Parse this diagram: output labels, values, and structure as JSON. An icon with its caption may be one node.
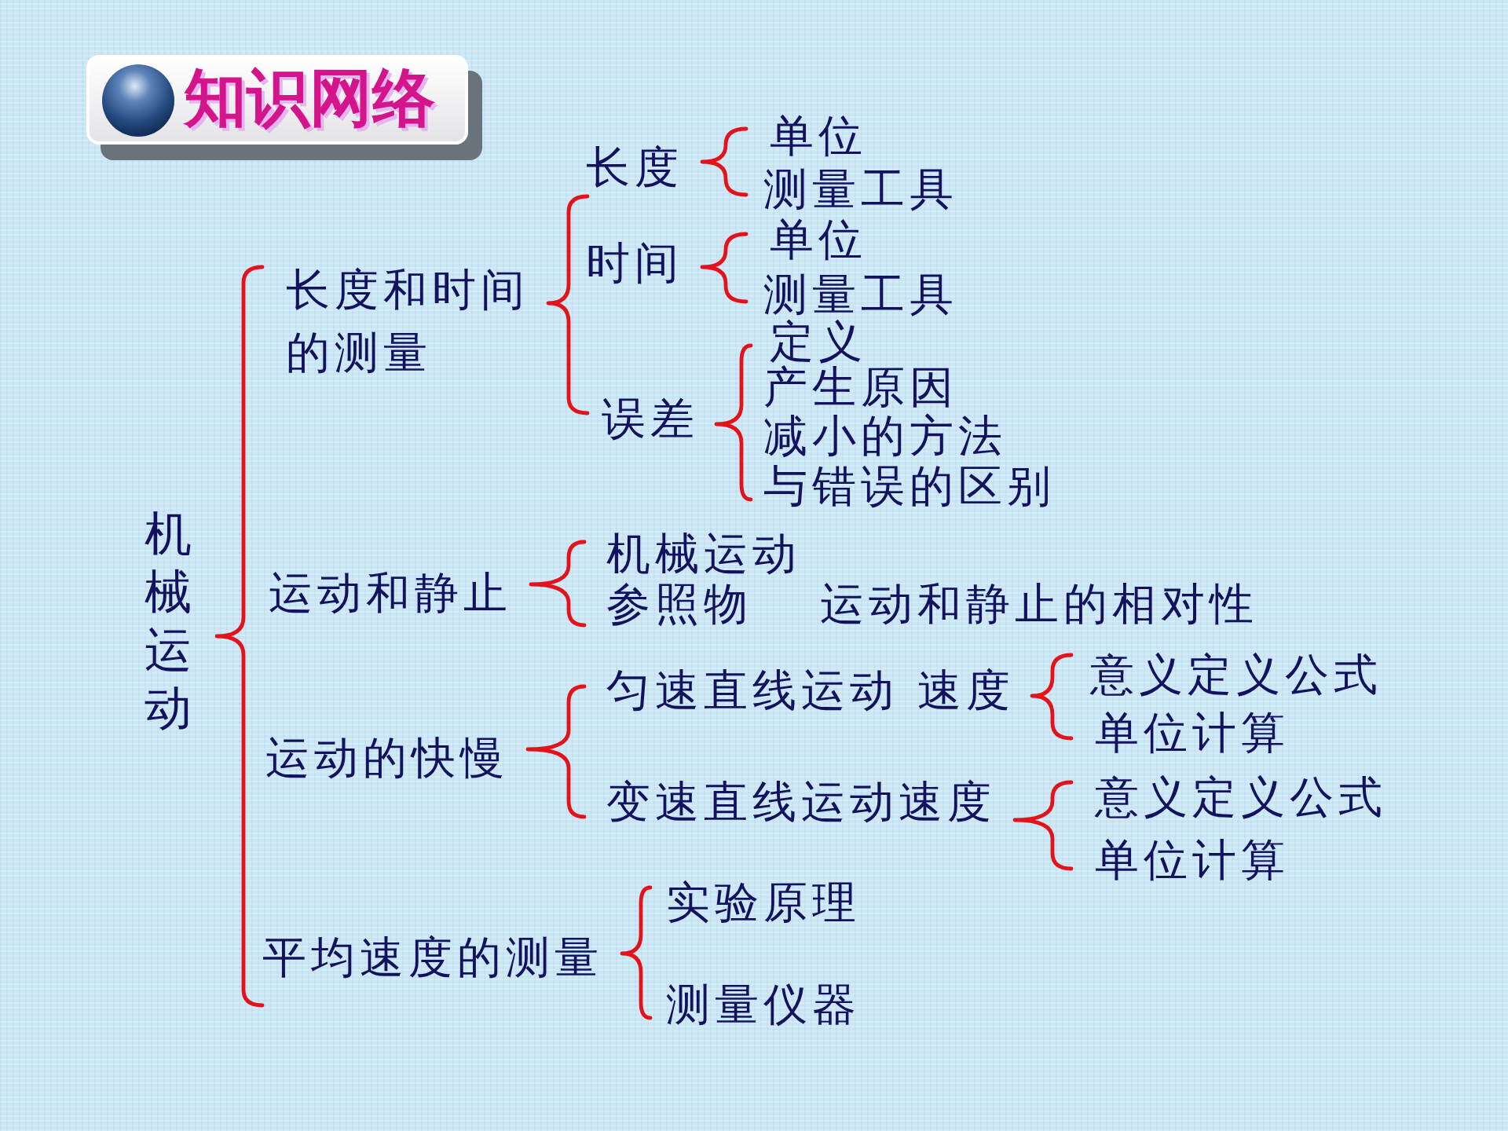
{
  "diagram": {
    "title": "知识网络",
    "nodes": [
      {
        "text": [
          "机械运动"
        ]
      },
      {
        "text": [
          "长度和时间的测量"
        ]
      },
      {
        "text": [
          "运动和静止"
        ]
      },
      {
        "text": [
          "运动的快慢"
        ]
      },
      {
        "text": [
          "平均速度的测量"
        ]
      },
      {
        "text": [
          "长度"
        ]
      },
      {
        "text": [
          "时间"
        ]
      },
      {
        "text": [
          "误差"
        ]
      },
      {
        "text": [
          "单位"
        ]
      },
      {
        "text": [
          "测量工具"
        ]
      },
      {
        "text": [
          "单位"
        ]
      },
      {
        "text": [
          "测量工具"
        ]
      },
      {
        "text": [
          "定义"
        ]
      },
      {
        "text": [
          "产生原因"
        ]
      },
      {
        "text": [
          "减小的方法"
        ]
      },
      {
        "text": [
          "与错误的区别"
        ]
      },
      {
        "text": [
          "机械运动"
        ]
      },
      {
        "text": [
          "参照物"
        ],
        "beside": [
          "运动和静止的相对性"
        ]
      },
      {
        "text": [
          "匀速直线运动 速度"
        ]
      },
      {
        "text": [
          "变速直线运动速度"
        ]
      },
      {
        "text": [
          "意义定义公式"
        ]
      },
      {
        "text": [
          "单位计算"
        ]
      },
      {
        "text": [
          "意义定义公式"
        ]
      },
      {
        "text": [
          "单位计算"
        ]
      },
      {
        "text": [
          "实验原理"
        ]
      },
      {
        "text": [
          "测量仪器"
        ]
      }
    ],
    "edges": [
      {
        "from": 0,
        "to": 1,
        "arrow": "none"
      },
      {
        "from": 0,
        "to": 2,
        "arrow": "none"
      },
      {
        "from": 0,
        "to": 3,
        "arrow": "none"
      },
      {
        "from": 0,
        "to": 4,
        "arrow": "none"
      },
      {
        "from": 1,
        "to": 5,
        "arrow": "none"
      },
      {
        "from": 1,
        "to": 6,
        "arrow": "none"
      },
      {
        "from": 1,
        "to": 7,
        "arrow": "none"
      },
      {
        "from": 5,
        "to": 8,
        "arrow": "none"
      },
      {
        "from": 5,
        "to": 9,
        "arrow": "none"
      },
      {
        "from": 6,
        "to": 10,
        "arrow": "none"
      },
      {
        "from": 6,
        "to": 11,
        "arrow": "none"
      },
      {
        "from": 7,
        "to": 12,
        "arrow": "none"
      },
      {
        "from": 7,
        "to": 13,
        "arrow": "none"
      },
      {
        "from": 7,
        "to": 14,
        "arrow": "none"
      },
      {
        "from": 7,
        "to": 15,
        "arrow": "none"
      },
      {
        "from": 2,
        "to": 16,
        "arrow": "none"
      },
      {
        "from": 2,
        "to": 17,
        "arrow": "none"
      },
      {
        "from": 3,
        "to": 18,
        "arrow": "none"
      },
      {
        "from": 3,
        "to": 19,
        "arrow": "none"
      },
      {
        "from": 18,
        "to": 20,
        "arrow": "none"
      },
      {
        "from": 18,
        "to": 21,
        "arrow": "none"
      },
      {
        "from": 19,
        "to": 22,
        "arrow": "none"
      },
      {
        "from": 19,
        "to": 23,
        "arrow": "none"
      },
      {
        "from": 4,
        "to": 24,
        "arrow": "none"
      },
      {
        "from": 4,
        "to": 25,
        "arrow": "none"
      }
    ]
  }
}
